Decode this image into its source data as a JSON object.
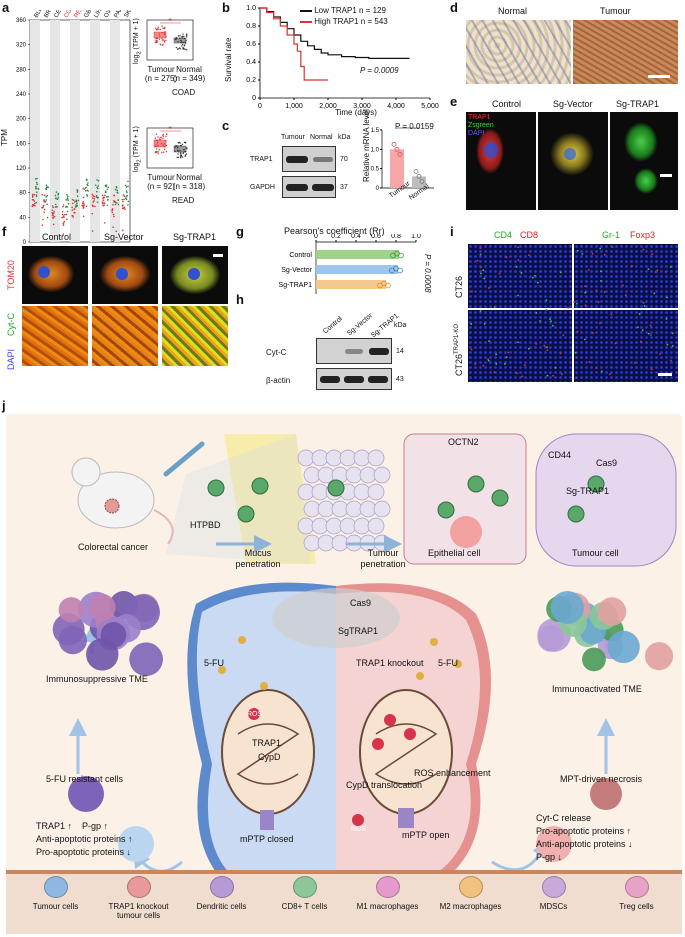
{
  "panel_labels": {
    "a": "a",
    "b": "b",
    "c": "c",
    "d": "d",
    "e": "e",
    "f": "f",
    "g": "g",
    "h": "h",
    "i": "i",
    "j": "j"
  },
  "panel_a": {
    "ylabel": "TPM",
    "yticks": [
      "0",
      "40",
      "80",
      "120",
      "160",
      "200",
      "240",
      "280",
      "320",
      "360"
    ],
    "cancers": [
      "BLCA",
      "BRCA",
      "CESC",
      "COAD",
      "READ",
      "GBM",
      "LIHC",
      "OV",
      "PAAD",
      "SKCM"
    ],
    "highlight_cancers": [
      "COAD",
      "READ"
    ],
    "coad_box": {
      "ylabel": "log",
      "ysub": "2",
      "ylabel2": " (TPM + 1)",
      "yticks": [
        "2",
        "4",
        "6",
        "8"
      ],
      "tumour": "Tumour",
      "normal": "Normal",
      "tumour_n": "(n = 275)",
      "normal_n": "(n = 349)",
      "title": "COAD",
      "sig": "*"
    },
    "read_box": {
      "ylabel": "log",
      "ysub": "2",
      "ylabel2": " (TPM + 1)",
      "yticks": [
        "2",
        "4",
        "6",
        "8"
      ],
      "tumour": "Tumour",
      "normal": "Normal",
      "tumour_n": "(n = 92)",
      "normal_n": "(n = 318)",
      "title": "READ",
      "sig": "*"
    }
  },
  "chart_data": [
    {
      "type": "line",
      "panel": "b",
      "ylabel": "Survival rate",
      "xlabel": "Time (days)",
      "xlim": [
        0,
        5000
      ],
      "ylim": [
        0,
        1
      ],
      "xticks": [
        "0",
        "1,000",
        "2,000",
        "3,000",
        "4,000",
        "5,000"
      ],
      "yticks": [
        "0",
        "0.2",
        "0.4",
        "0.6",
        "0.8",
        "1.0"
      ],
      "pvalue": "P = 0.0009",
      "series": [
        {
          "name": "Low TRAP1",
          "n_label": "n = 129",
          "color": "#111111",
          "x": [
            0,
            200,
            400,
            600,
            800,
            1000,
            1200,
            1400,
            1600,
            1800,
            2000,
            2400,
            2800,
            3200,
            3600,
            4000,
            4400
          ],
          "y": [
            1.0,
            0.96,
            0.9,
            0.84,
            0.77,
            0.7,
            0.63,
            0.58,
            0.54,
            0.5,
            0.48,
            0.46,
            0.45,
            0.44,
            0.44,
            0.44,
            0.44
          ]
        },
        {
          "name": "High TRAP1",
          "n_label": "n = 543",
          "color": "#e03030",
          "x": [
            0,
            200,
            400,
            600,
            800,
            1000,
            1100,
            1200,
            1300,
            1500,
            1700,
            2000
          ],
          "y": [
            1.0,
            0.95,
            0.88,
            0.8,
            0.7,
            0.6,
            0.52,
            0.35,
            0.2,
            0.2,
            0.2,
            0.2
          ]
        }
      ]
    },
    {
      "type": "bar",
      "panel": "c",
      "ylabel": "Relative mRNA level",
      "categories": [
        "Tumour",
        "Normal"
      ],
      "values": [
        1.0,
        0.3
      ],
      "ylim": [
        0,
        1.5
      ],
      "yticks": [
        "0",
        "0.5",
        "1.0",
        "1.5"
      ],
      "pvalue": "P = 0.0159",
      "colors": [
        "#f6a6a6",
        "#bdbdbd"
      ]
    },
    {
      "type": "bar",
      "panel": "g",
      "title": "Pearson's coefficient (Rr)",
      "categories": [
        "Control",
        "Sg-Vector",
        "Sg-TRAP1"
      ],
      "values": [
        0.83,
        0.82,
        0.7
      ],
      "xlim": [
        0,
        1.0
      ],
      "xticks": [
        "0",
        "0.2",
        "0.4",
        "0.6",
        "0.8",
        "1.0"
      ],
      "colors": [
        "#9ed38a",
        "#9cc6ea",
        "#f5c98b"
      ],
      "stat": "P = 0.0008"
    }
  ],
  "panel_c_blot": {
    "header_tumour": "Tumour",
    "header_normal": "Normal",
    "kda": "kDa",
    "rows": [
      {
        "name": "TRAP1",
        "kda": "70"
      },
      {
        "name": "GAPDH",
        "kda": "37"
      }
    ]
  },
  "panel_d": {
    "normal": "Normal",
    "tumour": "Tumour"
  },
  "panel_e": {
    "cols": [
      "Control",
      "Sg-Vector",
      "Sg-TRAP1"
    ],
    "channels": [
      "TRAP1",
      "Zsgreen",
      "DAPI"
    ]
  },
  "panel_f": {
    "cols": [
      "Control",
      "Sg-Vector",
      "Sg-TRAP1"
    ],
    "side_top": "TOM20",
    "side_mid": "Cyt-C",
    "side_bot": "DAPI"
  },
  "panel_h": {
    "cols": [
      "Control",
      "Sg-Vector",
      "Sg-TRAP1"
    ],
    "kda": "kDa",
    "rows": [
      {
        "name": "Cyt-C",
        "kda": "14"
      },
      {
        "name": "β-actin",
        "kda": "43"
      }
    ]
  },
  "panel_i": {
    "cd4": "CD4",
    "cd8": "CD8",
    "gr1": "Gr-1",
    "foxp3": "Foxp3",
    "row1": "CT26",
    "row2": "CT26",
    "row2_sup": "TRAP1-KO"
  },
  "panel_j": {
    "colorectal": "Colorectal cancer",
    "htpbd": "HTPBD",
    "mucus": "Mucus penetration",
    "tumour_pen": "Tumour penetration",
    "octn2": "OCTN2",
    "epithelial": "Epithelial cell",
    "cd44": "CD44",
    "cas9_top": "Cas9",
    "sg_trap1": "Sg-TRAP1",
    "tumour_cell": "Tumour cell",
    "cas9_mid": "Cas9",
    "sgtrap1_mid": "SgTRAP1",
    "immunosuppressive": "Immunosuppressive TME",
    "immunoactivated": "Immunoactivated TME",
    "fu_left": "5-FU",
    "fu_right": "5-FU",
    "trap1_ko": "TRAP1 knockout",
    "ros": "ROS",
    "trap1_label": "TRAP1",
    "cypd": "CypD",
    "ros_enh": "ROS enhancement",
    "cypd_trans": "CypD translocation",
    "mptp_closed": "mPTP closed",
    "mptp_open": "mPTP open",
    "fu_resistant": "5-FU resistant cells",
    "mpt_necrosis": "MPT-driven necrosis",
    "left_list": [
      "TRAP1 ↑",
      "P-gp ↑",
      "Anti-apoptotic proteins ↑",
      "Pro-apoptotic proteins ↓"
    ],
    "right_list": [
      "Cyt-C release",
      "Pro-apoptotic proteins ↑",
      "Anti-apoptotic proteins ↓",
      "P-gp ↓"
    ],
    "legend": [
      {
        "label": "Tumour cells",
        "color": "#8fb8e0"
      },
      {
        "label": "TRAP1 knockout tumour cells",
        "color": "#e89a9a"
      },
      {
        "label": "Dendritic cells",
        "color": "#b59ad6"
      },
      {
        "label": "CD8+ T cells",
        "color": "#8cc79a"
      },
      {
        "label": "M1 macrophages",
        "color": "#e59acb"
      },
      {
        "label": "M2 macrophages",
        "color": "#f1c27d"
      },
      {
        "label": "MDSCs",
        "color": "#c9a9d9"
      },
      {
        "label": "Treg cells",
        "color": "#e7a3c6"
      }
    ]
  }
}
